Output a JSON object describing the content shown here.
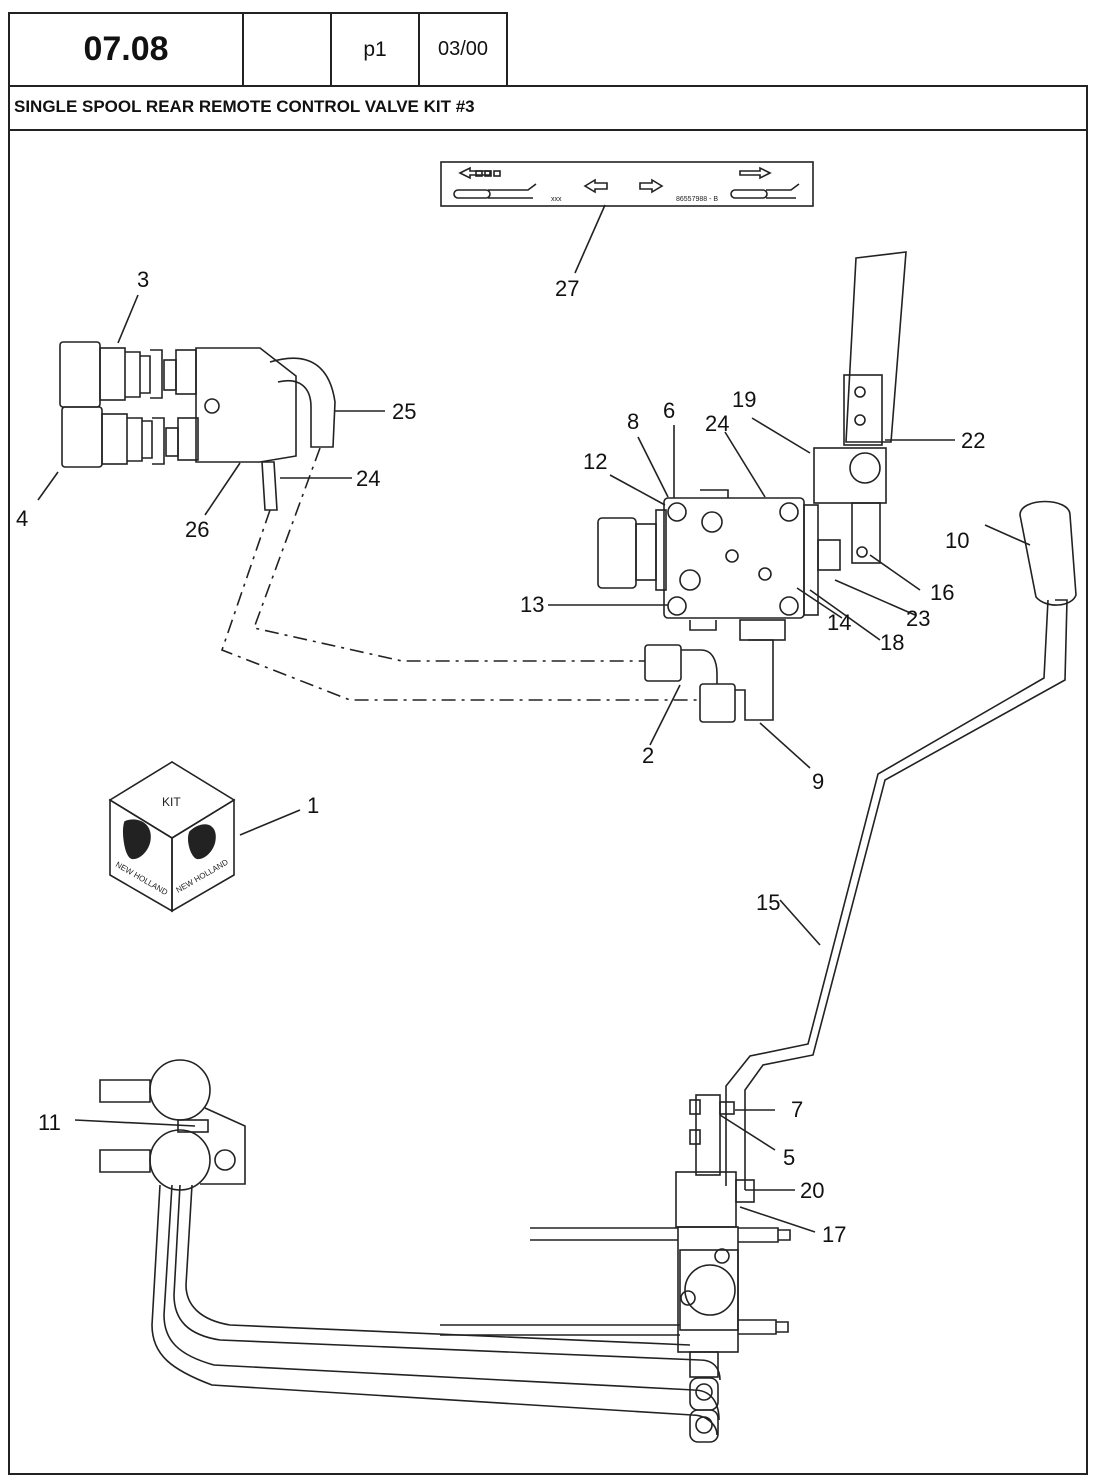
{
  "header": {
    "section": "07.08",
    "blank": "",
    "page": "p1",
    "date": "03/00"
  },
  "title": "SINGLE SPOOL REAR REMOTE CONTROL VALVE KIT #3",
  "decal_text": {
    "left": "xxx",
    "right": "86557988 - B"
  },
  "kit_box": {
    "top": "KIT",
    "side_left": "NEW HOLLAND",
    "side_right": "NEW HOLLAND"
  },
  "callouts": [
    "1",
    "2",
    "3",
    "4",
    "5",
    "6",
    "7",
    "8",
    "9",
    "10",
    "11",
    "12",
    "13",
    "14",
    "15",
    "16",
    "17",
    "18",
    "19",
    "20",
    "22",
    "23",
    "24",
    "24",
    "25",
    "26",
    "27"
  ]
}
